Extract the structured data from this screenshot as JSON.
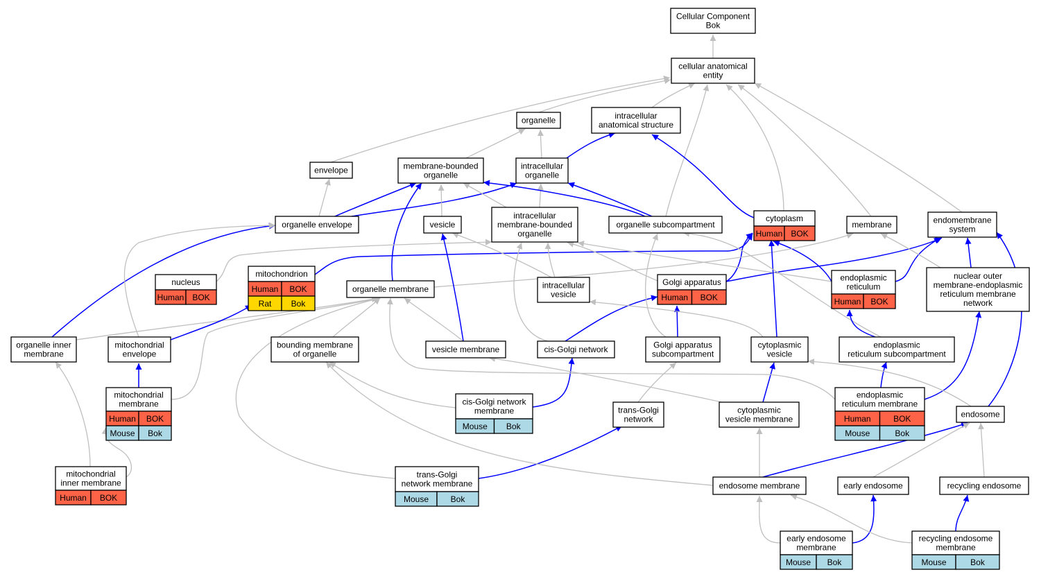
{
  "colors": {
    "human": "#ff6347",
    "rat": "#ffd700",
    "mouse": "#add8e6",
    "is_a": "#bfbfbf",
    "part_of": "#0000ff"
  },
  "nodes": {
    "cc": {
      "label": [
        "Cellular Component",
        "Bok"
      ]
    },
    "cae": {
      "label": [
        "cellular anatomical",
        "entity"
      ]
    },
    "organelle": {
      "label": [
        "organelle"
      ]
    },
    "ias": {
      "label": [
        "intracellular",
        "anatomical structure"
      ]
    },
    "envelope": {
      "label": [
        "envelope"
      ]
    },
    "mbo": {
      "label": [
        "membrane-bounded",
        "organelle"
      ]
    },
    "io": {
      "label": [
        "intracellular",
        "organelle"
      ]
    },
    "oe": {
      "label": [
        "organelle envelope"
      ]
    },
    "vesicle": {
      "label": [
        "vesicle"
      ]
    },
    "imbo": {
      "label": [
        "intracellular",
        "membrane-bounded",
        "organelle"
      ]
    },
    "osub": {
      "label": [
        "organelle subcompartment"
      ]
    },
    "cytoplasm": {
      "label": [
        "cytoplasm"
      ],
      "annot": [
        [
          "Human",
          "BOK"
        ]
      ]
    },
    "membrane": {
      "label": [
        "membrane"
      ]
    },
    "ems": {
      "label": [
        "endomembrane",
        "system"
      ]
    },
    "nucleus": {
      "label": [
        "nucleus"
      ],
      "annot": [
        [
          "Human",
          "BOK"
        ]
      ]
    },
    "mito": {
      "label": [
        "mitochondrion"
      ],
      "annot": [
        [
          "Human",
          "BOK"
        ],
        [
          "Rat",
          "Bok"
        ]
      ]
    },
    "om": {
      "label": [
        "organelle membrane"
      ]
    },
    "iv": {
      "label": [
        "intracellular",
        "vesicle"
      ]
    },
    "golgi": {
      "label": [
        "Golgi apparatus"
      ],
      "annot": [
        [
          "Human",
          "BOK"
        ]
      ]
    },
    "er": {
      "label": [
        "endoplasmic",
        "reticulum"
      ],
      "annot": [
        [
          "Human",
          "BOK"
        ]
      ]
    },
    "nome": {
      "label": [
        "nuclear outer",
        "membrane-endoplasmic",
        "reticulum membrane",
        "network"
      ]
    },
    "oim": {
      "label": [
        "organelle inner",
        "membrane"
      ]
    },
    "menv": {
      "label": [
        "mitochondrial",
        "envelope"
      ]
    },
    "bmo": {
      "label": [
        "bounding membrane",
        "of organelle"
      ]
    },
    "vm": {
      "label": [
        "vesicle membrane"
      ]
    },
    "cgn": {
      "label": [
        "cis-Golgi network"
      ]
    },
    "gas": {
      "label": [
        "Golgi apparatus",
        "subcompartment"
      ]
    },
    "cv": {
      "label": [
        "cytoplasmic",
        "vesicle"
      ]
    },
    "ers": {
      "label": [
        "endoplasmic",
        "reticulum subcompartment"
      ]
    },
    "mm": {
      "label": [
        "mitochondrial",
        "membrane"
      ],
      "annot": [
        [
          "Human",
          "BOK"
        ],
        [
          "Mouse",
          "Bok"
        ]
      ]
    },
    "cgnm": {
      "label": [
        "cis-Golgi network",
        "membrane"
      ],
      "annot": [
        [
          "Mouse",
          "Bok"
        ]
      ]
    },
    "tgn": {
      "label": [
        "trans-Golgi",
        "network"
      ]
    },
    "cvm": {
      "label": [
        "cytoplasmic",
        "vesicle membrane"
      ]
    },
    "erm": {
      "label": [
        "endoplasmic",
        "reticulum membrane"
      ],
      "annot": [
        [
          "Human",
          "BOK"
        ],
        [
          "Mouse",
          "Bok"
        ]
      ]
    },
    "endosome": {
      "label": [
        "endosome"
      ]
    },
    "mim": {
      "label": [
        "mitochondrial",
        "inner membrane"
      ],
      "annot": [
        [
          "Human",
          "BOK"
        ]
      ]
    },
    "tgnm": {
      "label": [
        "trans-Golgi",
        "network membrane"
      ],
      "annot": [
        [
          "Mouse",
          "Bok"
        ]
      ]
    },
    "em": {
      "label": [
        "endosome membrane"
      ]
    },
    "ee": {
      "label": [
        "early endosome"
      ]
    },
    "re": {
      "label": [
        "recycling endosome"
      ]
    },
    "eem": {
      "label": [
        "early endosome",
        "membrane"
      ],
      "annot": [
        [
          "Mouse",
          "Bok"
        ]
      ]
    },
    "rem": {
      "label": [
        "recycling endosome",
        "membrane"
      ],
      "annot": [
        [
          "Mouse",
          "Bok"
        ]
      ]
    }
  },
  "edges": [
    {
      "from": "cae",
      "to": "cc",
      "type": "is_a"
    },
    {
      "from": "organelle",
      "to": "cae",
      "type": "is_a"
    },
    {
      "from": "ias",
      "to": "cae",
      "type": "is_a"
    },
    {
      "from": "envelope",
      "to": "cae",
      "type": "is_a"
    },
    {
      "from": "osub",
      "to": "cae",
      "type": "is_a"
    },
    {
      "from": "cytoplasm",
      "to": "cae",
      "type": "is_a"
    },
    {
      "from": "membrane",
      "to": "cae",
      "type": "is_a"
    },
    {
      "from": "ems",
      "to": "cae",
      "type": "is_a"
    },
    {
      "from": "mbo",
      "to": "organelle",
      "type": "is_a"
    },
    {
      "from": "io",
      "to": "organelle",
      "type": "is_a"
    },
    {
      "from": "io",
      "to": "ias",
      "type": "part_of"
    },
    {
      "from": "cytoplasm",
      "to": "ias",
      "type": "part_of"
    },
    {
      "from": "oe",
      "to": "envelope",
      "type": "is_a"
    },
    {
      "from": "oe",
      "to": "mbo",
      "type": "part_of"
    },
    {
      "from": "oe",
      "to": "io",
      "type": "part_of"
    },
    {
      "from": "vesicle",
      "to": "mbo",
      "type": "is_a"
    },
    {
      "from": "imbo",
      "to": "mbo",
      "type": "is_a"
    },
    {
      "from": "imbo",
      "to": "io",
      "type": "is_a"
    },
    {
      "from": "osub",
      "to": "mbo",
      "type": "part_of"
    },
    {
      "from": "osub",
      "to": "io",
      "type": "part_of"
    },
    {
      "from": "om",
      "to": "mbo",
      "type": "part_of"
    },
    {
      "from": "nucleus",
      "to": "imbo",
      "type": "is_a"
    },
    {
      "from": "mito",
      "to": "cytoplasm",
      "type": "part_of"
    },
    {
      "from": "iv",
      "to": "imbo",
      "type": "is_a"
    },
    {
      "from": "iv",
      "to": "vesicle",
      "type": "is_a"
    },
    {
      "from": "golgi",
      "to": "imbo",
      "type": "is_a"
    },
    {
      "from": "golgi",
      "to": "cytoplasm",
      "type": "part_of"
    },
    {
      "from": "golgi",
      "to": "ems",
      "type": "part_of"
    },
    {
      "from": "er",
      "to": "imbo",
      "type": "is_a"
    },
    {
      "from": "er",
      "to": "cytoplasm",
      "type": "part_of"
    },
    {
      "from": "er",
      "to": "ems",
      "type": "part_of"
    },
    {
      "from": "nome",
      "to": "membrane",
      "type": "is_a"
    },
    {
      "from": "nome",
      "to": "ems",
      "type": "part_of"
    },
    {
      "from": "om",
      "to": "membrane",
      "type": "is_a"
    },
    {
      "from": "oim",
      "to": "oe",
      "type": "part_of"
    },
    {
      "from": "oim",
      "to": "om",
      "type": "is_a"
    },
    {
      "from": "menv",
      "to": "oe",
      "type": "is_a"
    },
    {
      "from": "menv",
      "to": "mito",
      "type": "part_of"
    },
    {
      "from": "bmo",
      "to": "om",
      "type": "is_a"
    },
    {
      "from": "vm",
      "to": "om",
      "type": "is_a"
    },
    {
      "from": "vm",
      "to": "vesicle",
      "type": "part_of"
    },
    {
      "from": "cgn",
      "to": "imbo",
      "type": "is_a"
    },
    {
      "from": "cgn",
      "to": "golgi",
      "type": "part_of"
    },
    {
      "from": "gas",
      "to": "osub",
      "type": "is_a"
    },
    {
      "from": "gas",
      "to": "golgi",
      "type": "part_of"
    },
    {
      "from": "cv",
      "to": "iv",
      "type": "is_a"
    },
    {
      "from": "cv",
      "to": "cytoplasm",
      "type": "part_of"
    },
    {
      "from": "ers",
      "to": "osub",
      "type": "is_a"
    },
    {
      "from": "ers",
      "to": "er",
      "type": "part_of"
    },
    {
      "from": "mm",
      "to": "om",
      "type": "is_a"
    },
    {
      "from": "mm",
      "to": "menv",
      "type": "part_of"
    },
    {
      "from": "cgnm",
      "to": "bmo",
      "type": "is_a"
    },
    {
      "from": "cgnm",
      "to": "cgn",
      "type": "part_of"
    },
    {
      "from": "tgn",
      "to": "gas",
      "type": "is_a"
    },
    {
      "from": "cvm",
      "to": "vm",
      "type": "is_a"
    },
    {
      "from": "cvm",
      "to": "cv",
      "type": "part_of"
    },
    {
      "from": "erm",
      "to": "om",
      "type": "is_a"
    },
    {
      "from": "erm",
      "to": "ers",
      "type": "part_of"
    },
    {
      "from": "erm",
      "to": "nome",
      "type": "part_of"
    },
    {
      "from": "endosome",
      "to": "cv",
      "type": "is_a"
    },
    {
      "from": "endosome",
      "to": "ems",
      "type": "part_of"
    },
    {
      "from": "mim",
      "to": "oim",
      "type": "is_a"
    },
    {
      "from": "mim",
      "to": "mm",
      "type": "is_a"
    },
    {
      "from": "tgnm",
      "to": "bmo",
      "type": "is_a"
    },
    {
      "from": "tgnm",
      "to": "tgn",
      "type": "part_of"
    },
    {
      "from": "em",
      "to": "bmo",
      "type": "is_a"
    },
    {
      "from": "em",
      "to": "cvm",
      "type": "is_a"
    },
    {
      "from": "em",
      "to": "endosome",
      "type": "part_of"
    },
    {
      "from": "ee",
      "to": "endosome",
      "type": "is_a"
    },
    {
      "from": "re",
      "to": "endosome",
      "type": "is_a"
    },
    {
      "from": "eem",
      "to": "em",
      "type": "is_a"
    },
    {
      "from": "eem",
      "to": "ee",
      "type": "part_of"
    },
    {
      "from": "rem",
      "to": "em",
      "type": "is_a"
    },
    {
      "from": "rem",
      "to": "re",
      "type": "part_of"
    }
  ]
}
